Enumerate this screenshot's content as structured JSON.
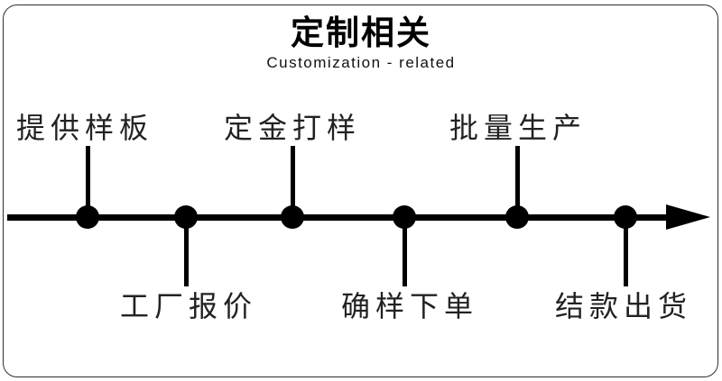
{
  "header": {
    "title": "定制相关",
    "subtitle": "Customization - related"
  },
  "timeline": {
    "steps": [
      {
        "label": "提供样板",
        "position": "above"
      },
      {
        "label": "工厂报价",
        "position": "below"
      },
      {
        "label": "定金打样",
        "position": "above"
      },
      {
        "label": "确样下单",
        "position": "below"
      },
      {
        "label": "批量生产",
        "position": "above"
      },
      {
        "label": "结款出货",
        "position": "below"
      }
    ]
  },
  "colors": {
    "ink": "#000000",
    "label_text": "#222222",
    "border": "#2f2f2f",
    "background": "#ffffff"
  }
}
